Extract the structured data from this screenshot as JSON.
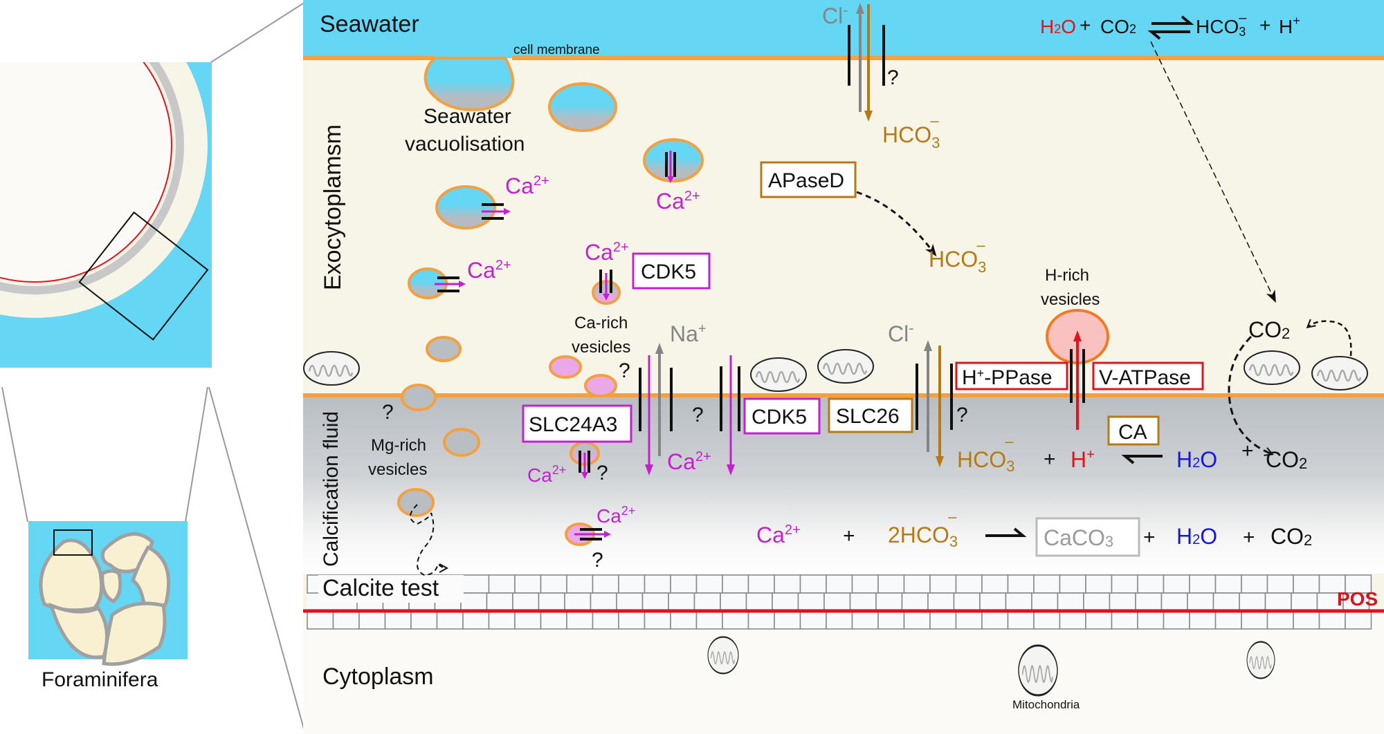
{
  "colors": {
    "seawater": "#65d6f4",
    "cytoplasm_bg": "#f7f4e8",
    "membrane": "#f4a040",
    "calcium": "#c41fd0",
    "bicarbonate": "#b57a16",
    "proton": "#e0141c",
    "water": "#1616e0",
    "chloride": "#858585",
    "pos_line": "#d8141e",
    "h_vesicle": "#f9c2c0",
    "ca_vesicle": "#eaa8e8",
    "mg_vesicle": "#b9bec3"
  },
  "inset": {
    "organism_label": "Foraminifera"
  },
  "regions": {
    "seawater": "Seawater",
    "cell_membrane": "cell membrane",
    "exocytoplasm": "Exocytoplamsm",
    "calcification_fluid": "Calcification fluid",
    "calcite_test": "Calcite test",
    "cytoplasm": "Cytoplasm",
    "pos": "POS"
  },
  "labels": {
    "seawater_vacuolisation_1": "Seawater",
    "seawater_vacuolisation_2": "vacuolisation",
    "ca_rich_1": "Ca-rich",
    "ca_rich_2": "vesicles",
    "mg_rich_1": "Mg-rich",
    "mg_rich_2": "vesicles",
    "h_rich_1": "H-rich",
    "h_rich_2": "vesicles",
    "mitochondria": "Mitochondria",
    "question": "?"
  },
  "ions": {
    "ca": "Ca",
    "ca_charge": "2+",
    "na": "Na",
    "plus": "+",
    "cl": "Cl",
    "minus": "-",
    "hco": "HCO",
    "sub3": "3",
    "h": "H",
    "h2o_h": "H",
    "h2o_2": "2",
    "h2o_o": "O",
    "co": "CO",
    "co_2": "2",
    "two_hco": "2HCO",
    "caco": "CaCO",
    "dash": "–"
  },
  "proteins": {
    "apased": "APaseD",
    "cdk5_top": "CDK5",
    "cdk5_bottom": "CDK5",
    "slc24a3": "SLC24A3",
    "slc26": "SLC26",
    "h_ppase_h": "H",
    "h_ppase_plus": "+",
    "h_ppase_rest": "-PPase",
    "v_atpase": "V-ATPase",
    "ca": "CA"
  },
  "equations": {
    "seawater_eq": "H2O + CO2 ⇌ HCO3− + H+",
    "cf_eq": "HCO3− + H+ ↼ H2O + CO2",
    "calcification_eq": "Ca2+ + 2HCO3− ⇀ CaCO3 + H2O + CO2"
  }
}
